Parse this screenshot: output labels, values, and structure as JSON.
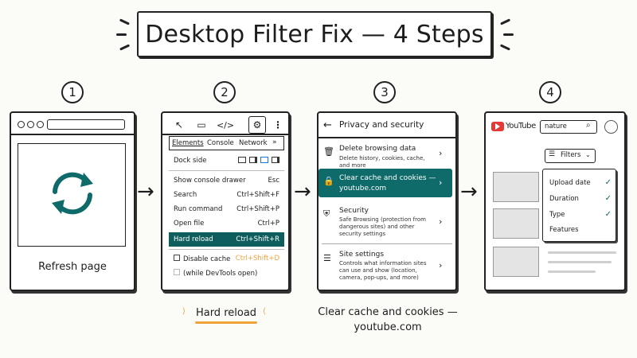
{
  "title": "Desktop Filter Fix — 4 Steps",
  "steps": [
    {
      "number": "1",
      "caption": "Refresh page"
    },
    {
      "number": "2",
      "caption": "Hard reload"
    },
    {
      "number": "3",
      "caption_line1": "Clear cache and cookies —",
      "caption_line2": "youtube.com"
    },
    {
      "number": "4"
    }
  ],
  "devtools": {
    "tabs": [
      "Elements",
      "Console",
      "Network",
      "»"
    ],
    "dock_side": "Dock side",
    "menu": [
      {
        "label": "Show console drawer",
        "shortcut": "Esc"
      },
      {
        "label": "Search",
        "shortcut": "Ctrl+Shift+F"
      },
      {
        "label": "Run command",
        "shortcut": "Ctrl+Shift+P"
      },
      {
        "label": "Open file",
        "shortcut": "Ctrl+P"
      },
      {
        "label": "Hard reload",
        "shortcut": "Ctrl+Shift+R"
      }
    ],
    "disable_cache": "Disable cache",
    "disable_cache_shortcut": "Ctrl+Shift+D",
    "while_open": "(while DevTools open)"
  },
  "privacy": {
    "header": "Privacy and security",
    "rows": [
      {
        "title": "Delete browsing data",
        "desc": "Delete history, cookies, cache, and more"
      },
      {
        "title": "Clear cache and cookies —",
        "desc": "youtube.com"
      },
      {
        "title": "Security",
        "desc": "Safe Browsing (protection from dangerous sites) and other security settings"
      },
      {
        "title": "Site settings",
        "desc": "Controls what information sites can use and show (location, camera, pop-ups, and more)"
      }
    ]
  },
  "youtube": {
    "logo": "YouTube",
    "search_value": "nature",
    "filters_label": "Filters",
    "filter_options": [
      {
        "label": "Upload date",
        "checked": true
      },
      {
        "label": "Duration",
        "checked": true
      },
      {
        "label": "Type",
        "checked": true
      },
      {
        "label": "Features",
        "checked": false
      }
    ]
  },
  "colors": {
    "accent": "#0f6a6a",
    "highlight": "#f0a33a",
    "youtube_red": "#e53935"
  }
}
